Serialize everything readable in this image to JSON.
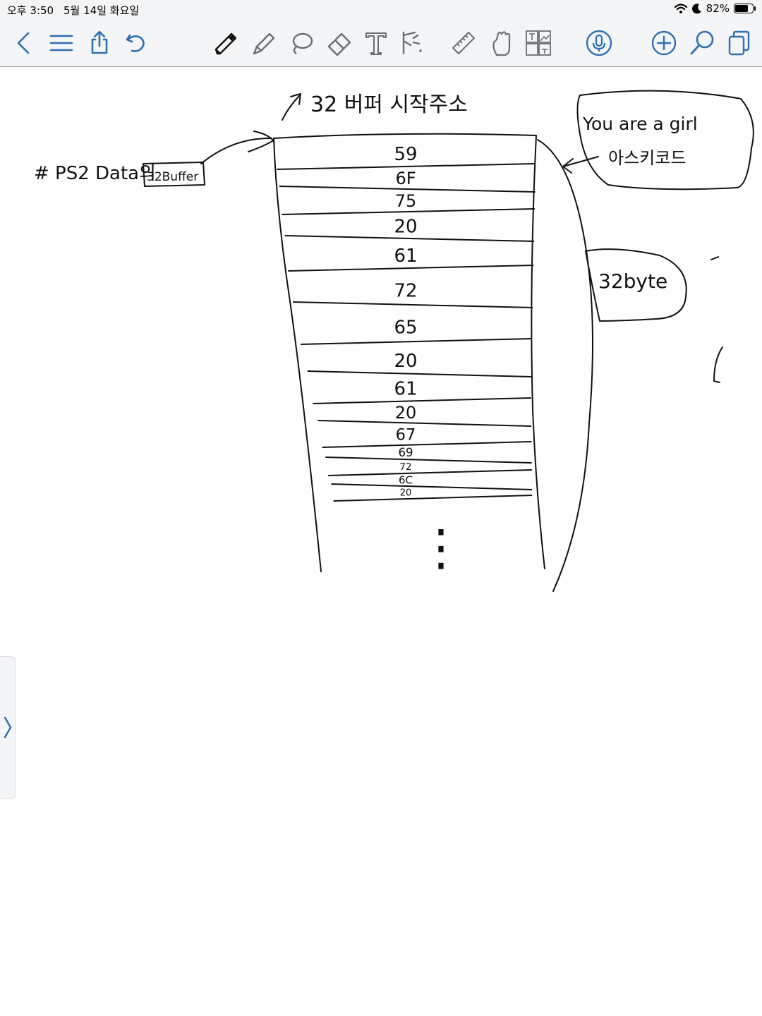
{
  "status_bar": {
    "time": "오후 3:50",
    "date": "5월 14일 화요일",
    "battery": "82%",
    "battery_level": 0.82
  },
  "toolbar": {
    "left_icons": [
      "back-icon",
      "menu-icon",
      "share-icon",
      "undo-icon"
    ],
    "tool_icons": [
      "pen-icon",
      "highlighter-icon",
      "lasso-icon",
      "eraser-icon",
      "text-icon",
      "shapes-icon",
      "ruler-icon",
      "hand-icon",
      "image-text-icon"
    ],
    "right_icons": [
      "microphone-icon",
      "add-icon",
      "search-icon",
      "pages-icon"
    ],
    "accent_color": "#2f6fb5"
  },
  "note": {
    "title_annotation": "32 버퍼 시작주소",
    "left_label": "# PS2 Data의",
    "left_box": "32Buffer",
    "speech_bubble_line1": "You are a girl",
    "speech_bubble_line2": "아스키코드",
    "size_bubble": "32byte",
    "memory_cells": [
      "59",
      "6F",
      "75",
      "20",
      "61",
      "72",
      "65",
      "20",
      "61",
      "20",
      "67",
      "69",
      "72",
      "6C",
      "20"
    ],
    "ellipsis": "⋮"
  }
}
